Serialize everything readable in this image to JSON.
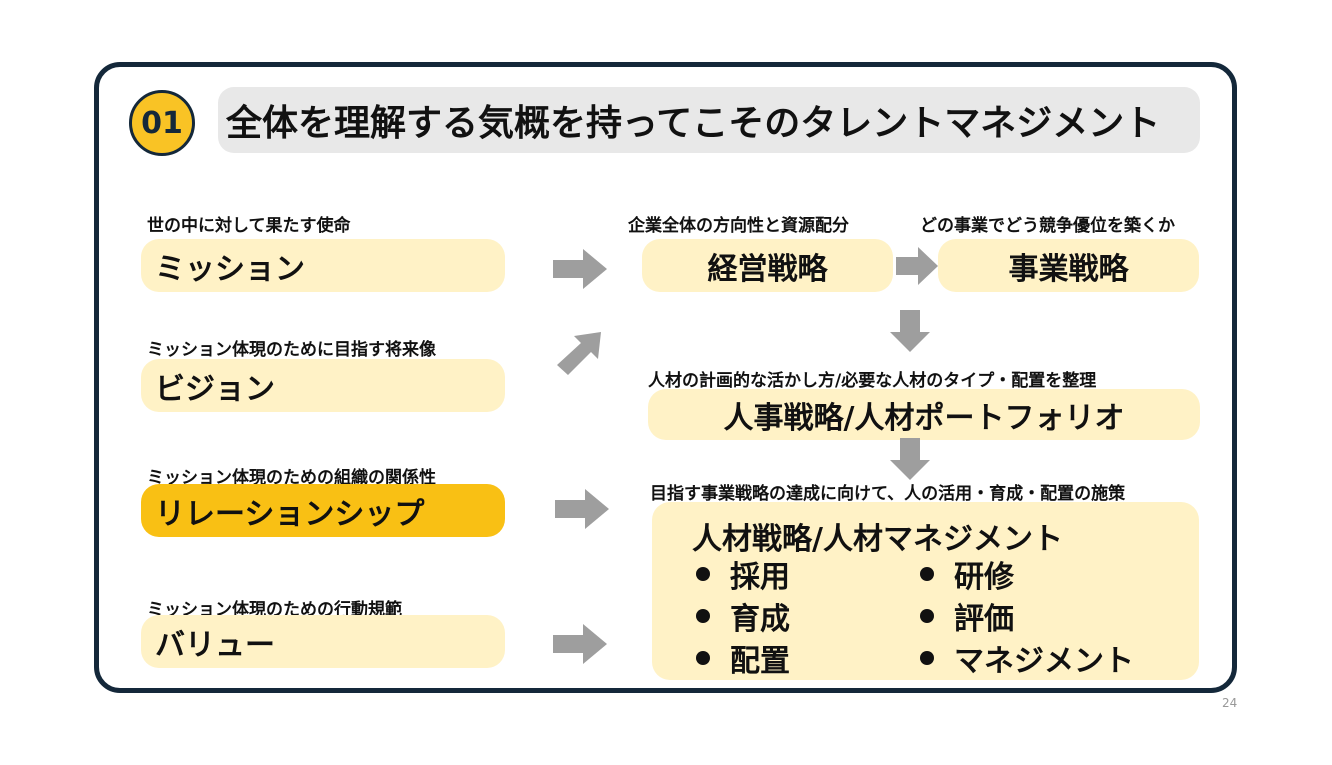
{
  "header": {
    "number": "01",
    "title": "全体を理解する気概を持ってこそのタレントマネジメント"
  },
  "left": {
    "mission": {
      "caption": "世の中に対して果たす使命",
      "label": "ミッション"
    },
    "vision": {
      "caption": "ミッション体現のために目指す将来像",
      "label": "ビジョン"
    },
    "relationship": {
      "caption": "ミッション体現のための組織の関係性",
      "label": "リレーションシップ"
    },
    "value": {
      "caption": "ミッション体現のための行動規範",
      "label": "バリュー"
    }
  },
  "right": {
    "management_strategy": {
      "caption": "企業全体の方向性と資源配分",
      "label": "経営戦略"
    },
    "business_strategy": {
      "caption": "どの事業でどう競争優位を築くか",
      "label": "事業戦略"
    },
    "hr_strategy": {
      "caption": "人材の計画的な活かし方/必要な人材のタイプ・配置を整理",
      "label": "人事戦略/人材ポートフォリオ"
    },
    "talent_strategy": {
      "caption": "目指す事業戦略の達成に向けて、人の活用・育成・配置の施策",
      "label": "人材戦略/人材マネジメント",
      "items": [
        "採用",
        "研修",
        "育成",
        "評価",
        "配置",
        "マネジメント"
      ]
    }
  },
  "page_number": "24",
  "colors": {
    "frame": "#14283a",
    "accent_yellow": "#f9c014",
    "box_fill": "#fff2c6",
    "title_bg": "#e8e8e8",
    "arrow": "#9e9e9e"
  }
}
